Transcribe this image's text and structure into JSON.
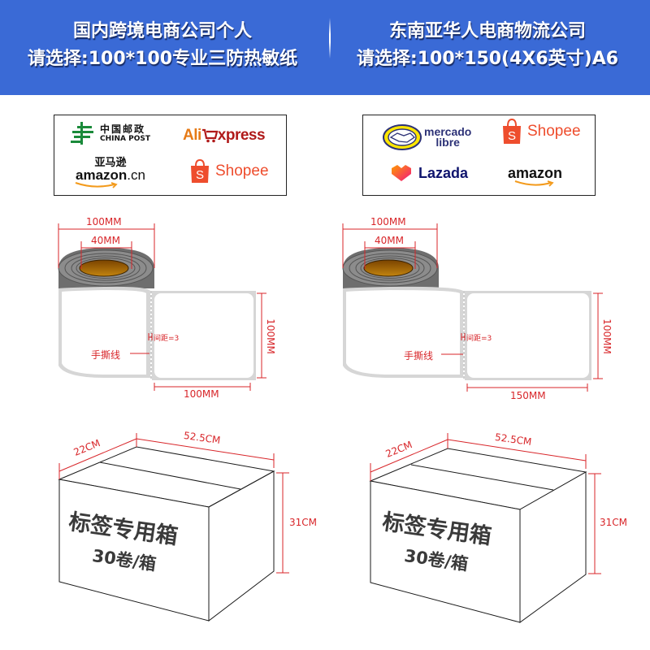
{
  "header": {
    "left": {
      "title": "国内跨境电商公司个人",
      "subtitle": "请选择:100*100专业三防热敏纸"
    },
    "right": {
      "title": "东南亚华人电商物流公司",
      "subtitle": "请选择:100*150(4X6英寸)A6"
    }
  },
  "logos": {
    "left": {
      "china_post_cn": "中国邮政",
      "china_post_en": "CHINA POST",
      "aliexpress_prefix": "Ali",
      "aliexpress_suffix": "xpress",
      "amazon_cn_chinese": "亚马逊",
      "amazon_cn_word": "amazon",
      "amazon_cn_tld": ".cn",
      "shopee": "Shopee"
    },
    "right": {
      "mercado_line1": "mercado",
      "mercado_line2": "libre",
      "shopee": "Shopee",
      "lazada": "Lazada",
      "amazon": "amazon"
    }
  },
  "colors": {
    "header_bg": "#3a6ad6",
    "dimension_red": "#d8262a",
    "shopee_orange": "#ee4d2d",
    "china_post_green": "#1a8a3a",
    "core_brown": "#a8650a"
  },
  "rolls": [
    {
      "roll_width": "100MM",
      "core_diameter": "40MM",
      "label_height": "100MM",
      "label_length": "100MM",
      "gap": "间距=3",
      "tear_line": "手撕线"
    },
    {
      "roll_width": "100MM",
      "core_diameter": "40MM",
      "label_height": "100MM",
      "label_length": "150MM",
      "gap": "间距=3",
      "tear_line": "手撕线"
    }
  ],
  "boxes": [
    {
      "depth": "22CM",
      "length": "52.5CM",
      "height": "31CM",
      "title": "标签专用箱",
      "quantity": "30卷/箱"
    },
    {
      "depth": "22CM",
      "length": "52.5CM",
      "height": "31CM",
      "title": "标签专用箱",
      "quantity": "30卷/箱"
    }
  ]
}
